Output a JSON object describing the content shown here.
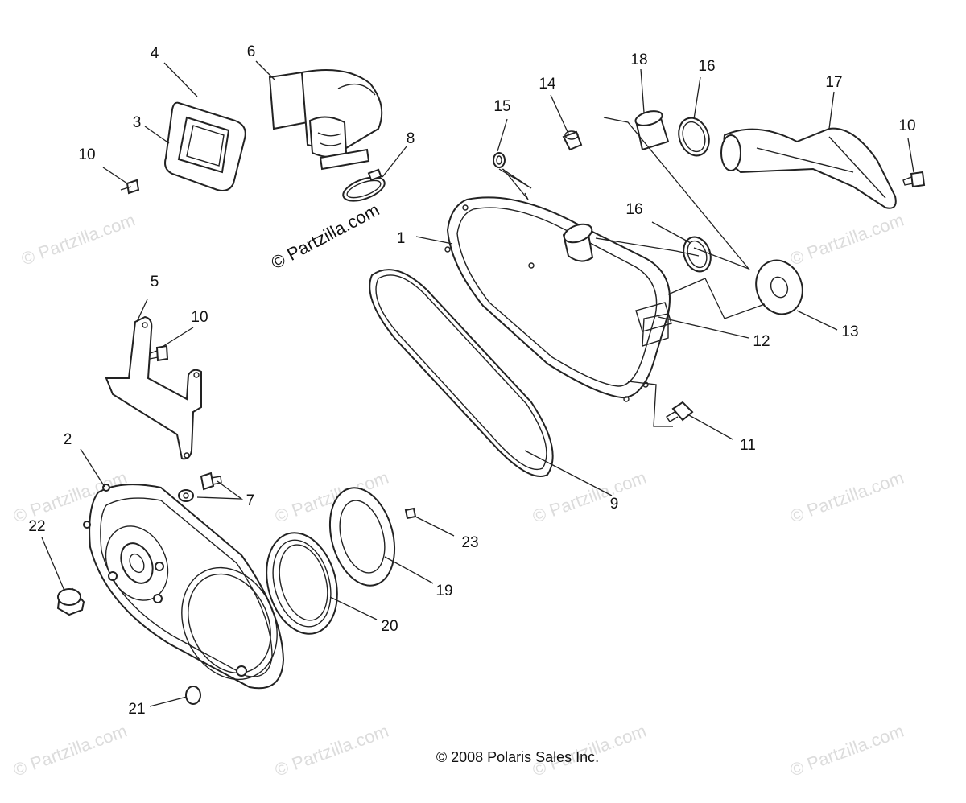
{
  "callouts": [
    "1",
    "2",
    "3",
    "4",
    "5",
    "6",
    "7",
    "8",
    "9",
    "10",
    "10",
    "10",
    "11",
    "12",
    "13",
    "14",
    "15",
    "16",
    "16",
    "17",
    "18",
    "19",
    "20",
    "21",
    "22",
    "23"
  ],
  "watermark": {
    "text": "© Partzilla.com",
    "center_text": "© Partzilla.com"
  },
  "footer": {
    "copyright": "© 2008 Polaris Sales Inc."
  },
  "colors": {
    "line": "#222222",
    "watermark": "#dcdcdc",
    "background": "#ffffff"
  }
}
